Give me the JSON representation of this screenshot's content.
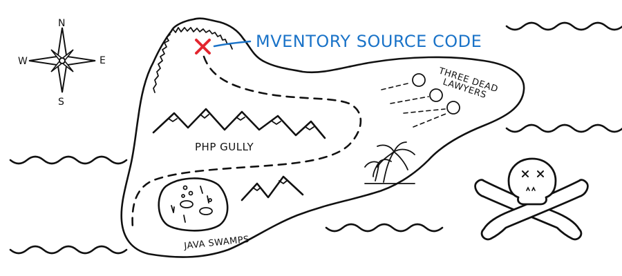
{
  "callout": {
    "text": "MVENTORY SOURCE CODE",
    "color": "#1a73c8",
    "marker_color": "#e3262f",
    "marker_icon": "x-mark-icon"
  },
  "compass": {
    "n": "N",
    "s": "S",
    "e": "E",
    "w": "W",
    "icon": "compass-rose-icon"
  },
  "regions": {
    "php_gully": "PHP GULLY",
    "java_swamps": "JAVA SWAMPS",
    "three_dead_lawyers_line1": "THREE DEAD",
    "three_dead_lawyers_line2": "LAWYERS"
  },
  "icons": {
    "mountains": "mountains-icon",
    "palm": "palm-tree-icon",
    "skull": "skull-and-crossbones-icon",
    "waves": "sea-waves-icon",
    "swamp": "swamp-icon"
  }
}
